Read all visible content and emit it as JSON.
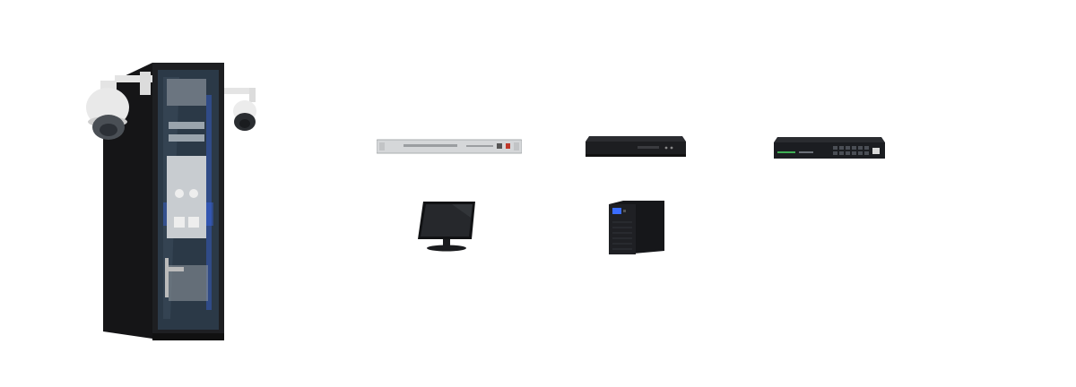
{
  "scene": {
    "background": "#ffffff",
    "products": [
      {
        "name": "rack-cabinet-with-ptz-cameras"
      },
      {
        "name": "1u-rack-unit-silver"
      },
      {
        "name": "network-video-recorder"
      },
      {
        "name": "network-switch"
      },
      {
        "name": "lcd-monitor"
      },
      {
        "name": "ups-tower"
      }
    ],
    "colors": {
      "cabinet_body": "#1c1c1e",
      "cabinet_glass": "#2a3a48",
      "glow_accent": "#3a6cff",
      "camera_white": "#e9e9e9",
      "silver_unit": "#d5d7d9",
      "dark_device": "#202124",
      "switch_led": "#3fae54"
    }
  }
}
